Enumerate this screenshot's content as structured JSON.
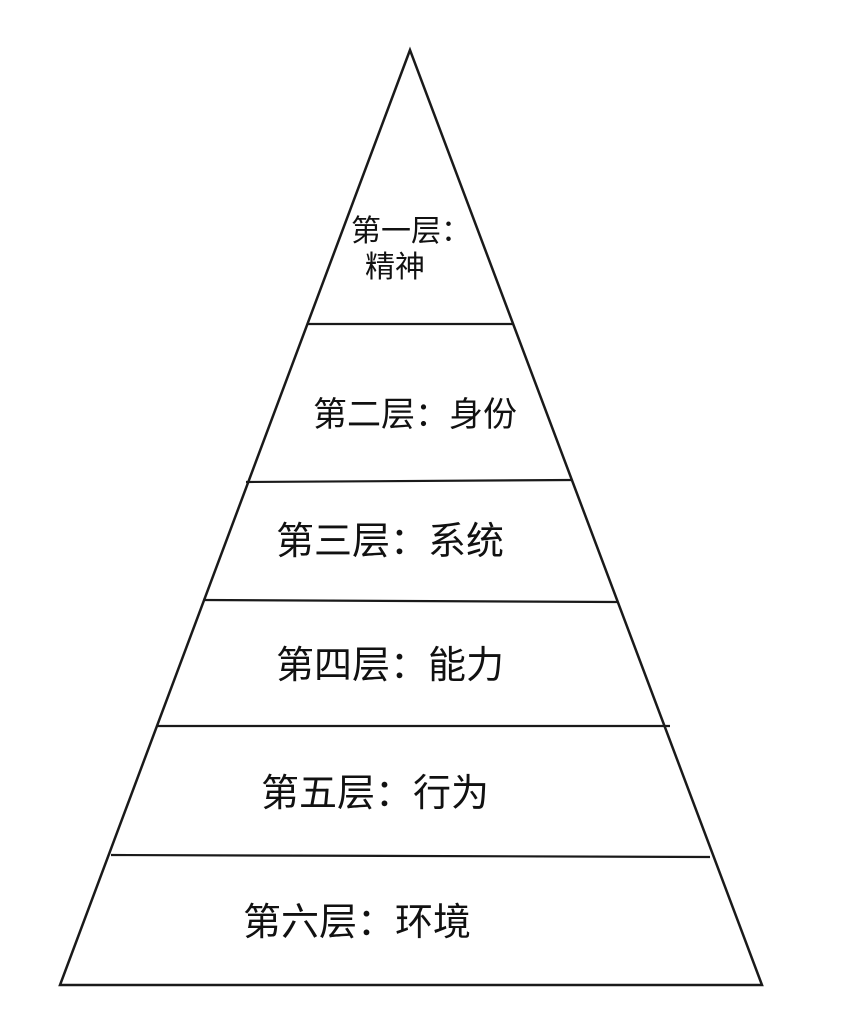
{
  "diagram": {
    "layers": [
      {
        "label_lines": [
          "第一层：",
          "精神"
        ]
      },
      {
        "label_lines": [
          "第二层：身份"
        ]
      },
      {
        "label_lines": [
          "第三层：系统"
        ]
      },
      {
        "label_lines": [
          "第四层：能力"
        ]
      },
      {
        "label_lines": [
          "第五层：行为"
        ]
      },
      {
        "label_lines": [
          "第六层：环境"
        ]
      }
    ]
  }
}
